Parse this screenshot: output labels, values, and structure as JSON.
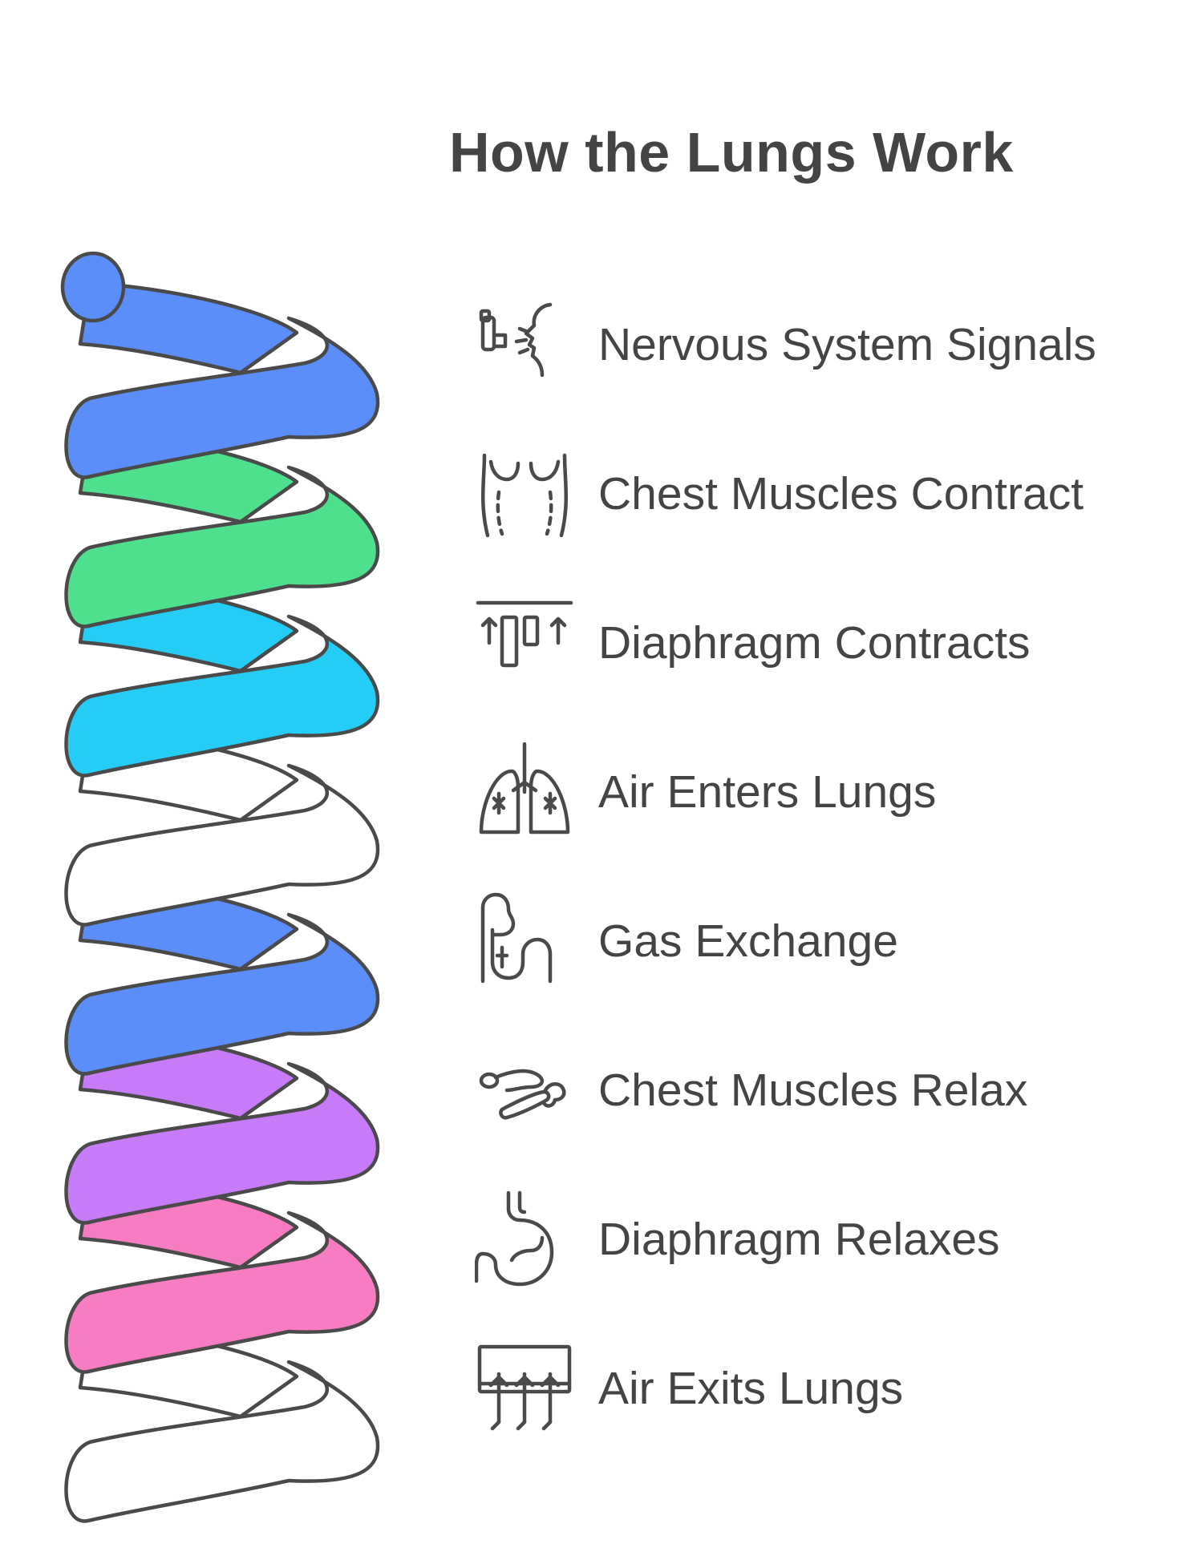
{
  "title": "How the Lungs Work",
  "colors": {
    "outline": "#4a4a4a",
    "blue": "#5b8ef8",
    "green": "#4fe08e",
    "cyan": "#25cdf6",
    "white": "#ffffff",
    "purple": "#c77bf8",
    "pink": "#f77cc2"
  },
  "steps": [
    {
      "label": "Nervous System Signals",
      "icon": "inhaler-face-icon",
      "coil_color": "blue"
    },
    {
      "label": "Chest Muscles Contract",
      "icon": "chest-muscles-icon",
      "coil_color": "green"
    },
    {
      "label": "Diaphragm Contracts",
      "icon": "diaphragm-contract-icon",
      "coil_color": "cyan"
    },
    {
      "label": "Air Enters Lungs",
      "icon": "lungs-icon",
      "coil_color": "white"
    },
    {
      "label": "Gas Exchange",
      "icon": "gas-exchange-icon",
      "coil_color": "blue"
    },
    {
      "label": "Chest Muscles Relax",
      "icon": "relaxed-muscles-icon",
      "coil_color": "purple"
    },
    {
      "label": "Diaphragm Relaxes",
      "icon": "stomach-icon",
      "coil_color": "pink"
    },
    {
      "label": "Air Exits Lungs",
      "icon": "air-out-icon",
      "coil_color": "white"
    }
  ]
}
